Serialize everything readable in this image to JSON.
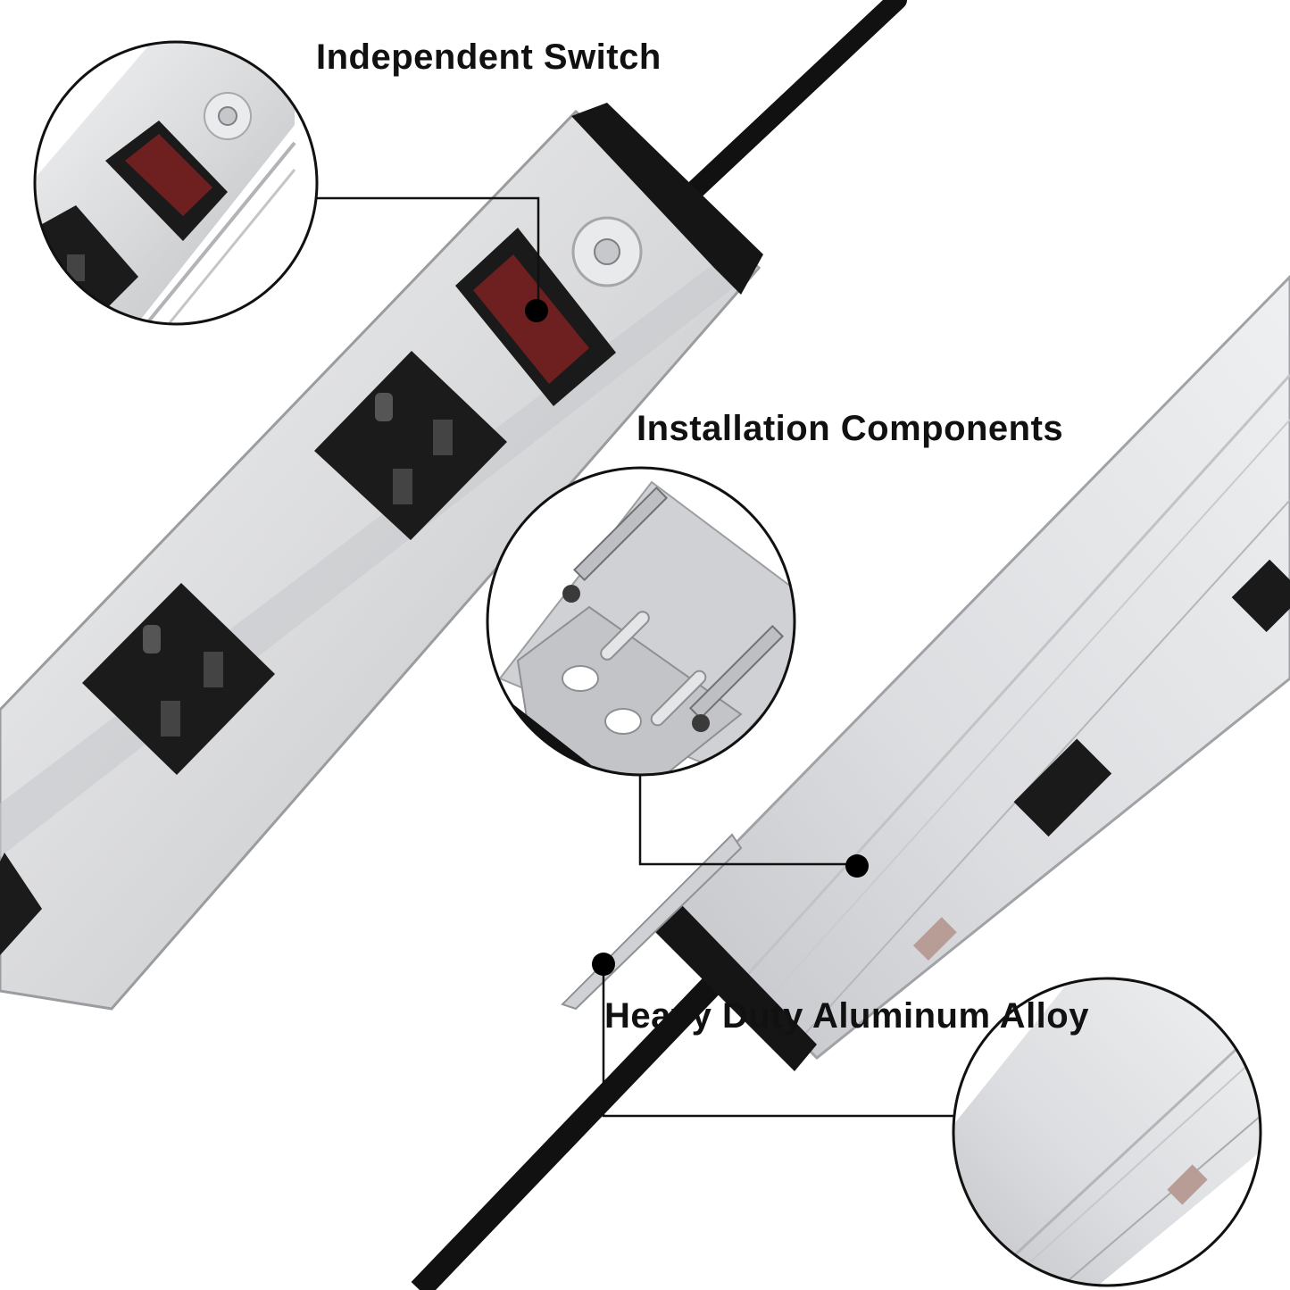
{
  "callouts": {
    "switch": "Independent Switch",
    "installation": "Installation Components",
    "alloy": "Heavy Duty Aluminum Alloy"
  },
  "colors": {
    "aluminum": "#d9dadc",
    "aluminum_edge": "#a9abae",
    "outlet": "#1b1b1b",
    "switch": "#6b1e1e",
    "cord": "#111111"
  }
}
